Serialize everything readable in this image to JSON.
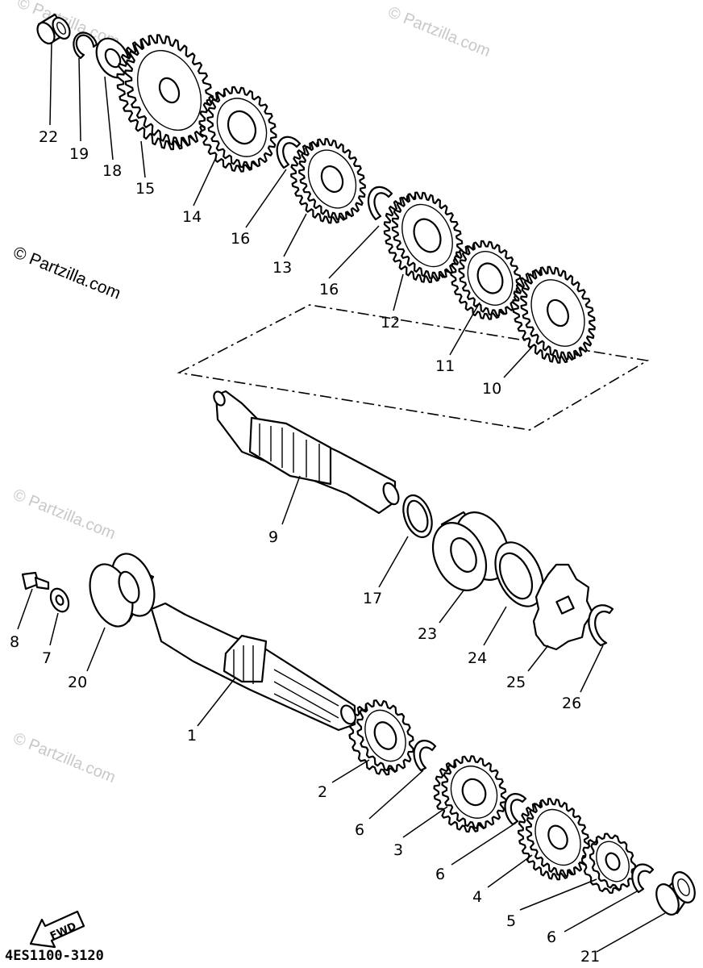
{
  "diagram": {
    "diagram_code": "4ES1100-3120",
    "fwd_label": "FWD",
    "watermark_text": "© Partzilla.com",
    "ink_color": "#000000",
    "watermark_color": "#c8c8c8",
    "parts": [
      {
        "id": "p22",
        "label": "22"
      },
      {
        "id": "p19",
        "label": "19"
      },
      {
        "id": "p18",
        "label": "18"
      },
      {
        "id": "p15",
        "label": "15"
      },
      {
        "id": "p14",
        "label": "14"
      },
      {
        "id": "p16a",
        "label": "16"
      },
      {
        "id": "p13",
        "label": "13"
      },
      {
        "id": "p16b",
        "label": "16"
      },
      {
        "id": "p12",
        "label": "12"
      },
      {
        "id": "p11",
        "label": "11"
      },
      {
        "id": "p10",
        "label": "10"
      },
      {
        "id": "p9",
        "label": "9"
      },
      {
        "id": "p17",
        "label": "17"
      },
      {
        "id": "p23",
        "label": "23"
      },
      {
        "id": "p24",
        "label": "24"
      },
      {
        "id": "p25",
        "label": "25"
      },
      {
        "id": "p26",
        "label": "26"
      },
      {
        "id": "p8",
        "label": "8"
      },
      {
        "id": "p7",
        "label": "7"
      },
      {
        "id": "p20",
        "label": "20"
      },
      {
        "id": "p1",
        "label": "1"
      },
      {
        "id": "p2",
        "label": "2"
      },
      {
        "id": "p6a",
        "label": "6"
      },
      {
        "id": "p3",
        "label": "3"
      },
      {
        "id": "p6b",
        "label": "6"
      },
      {
        "id": "p4",
        "label": "4"
      },
      {
        "id": "p5",
        "label": "5"
      },
      {
        "id": "p6c",
        "label": "6"
      },
      {
        "id": "p21",
        "label": "21"
      }
    ]
  }
}
